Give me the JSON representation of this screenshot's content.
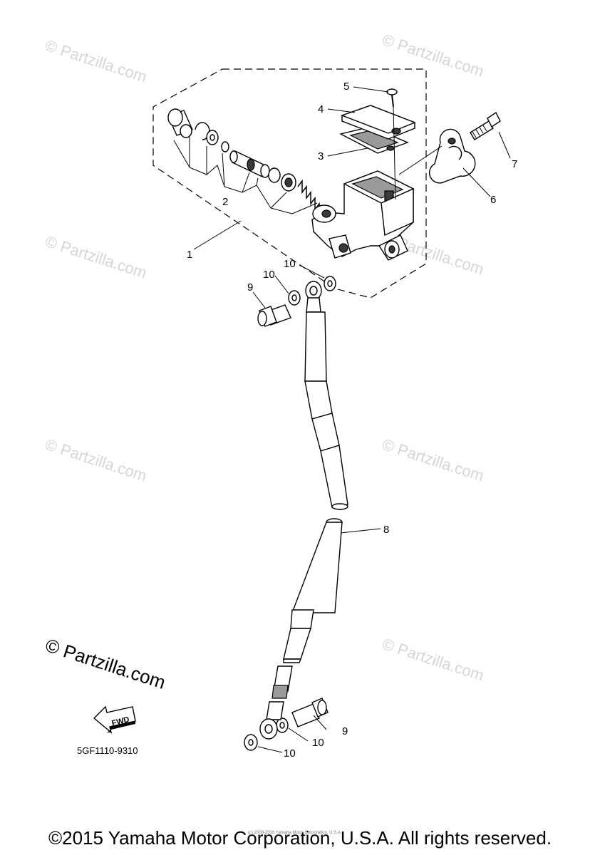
{
  "callouts": [
    {
      "id": "c1",
      "text": "1"
    },
    {
      "id": "c2",
      "text": "2"
    },
    {
      "id": "c3",
      "text": "3"
    },
    {
      "id": "c4",
      "text": "4"
    },
    {
      "id": "c5",
      "text": "5"
    },
    {
      "id": "c6",
      "text": "6"
    },
    {
      "id": "c7",
      "text": "7"
    },
    {
      "id": "c8",
      "text": "8"
    },
    {
      "id": "c9a",
      "text": "9"
    },
    {
      "id": "c9b",
      "text": "9"
    },
    {
      "id": "c10a",
      "text": "10"
    },
    {
      "id": "c10b",
      "text": "10"
    },
    {
      "id": "c10c",
      "text": "10"
    },
    {
      "id": "c10d",
      "text": "10"
    }
  ],
  "watermark": {
    "text": "© Partzilla.com"
  },
  "fwd_label": "FWD",
  "diagram_code": "5GF1110-9310",
  "tiny_notice": "(c) 2008-2016 Yamaha Motor Corporation, U.S.A.",
  "copyright": "©2015 Yamaha Motor Corporation, U.S.A. All rights reserved."
}
